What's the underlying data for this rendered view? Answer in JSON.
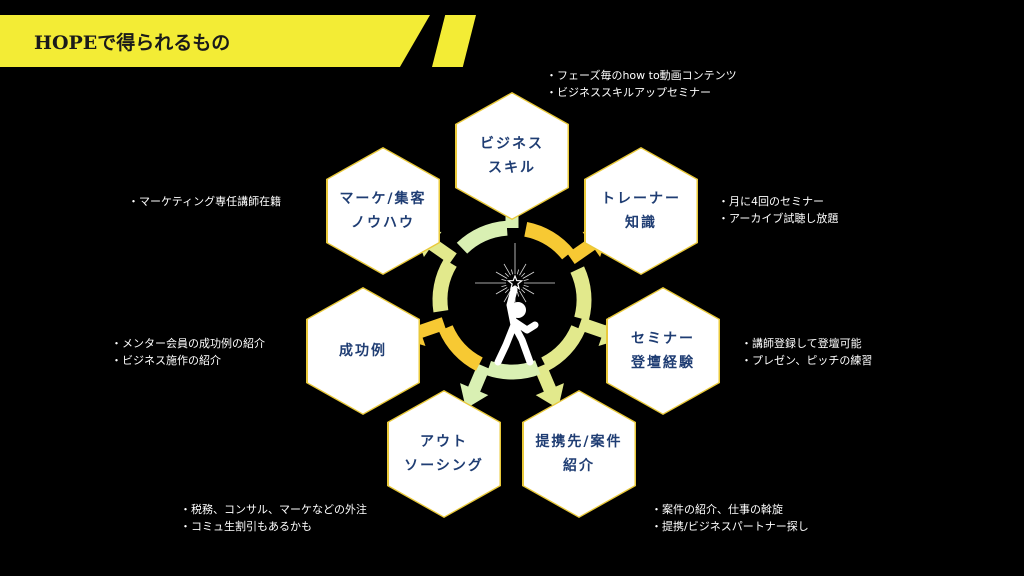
{
  "title": "HOPEで得られるもの",
  "center_icon": "person-reaching-star-icon",
  "colors": {
    "banner": "#f3ec35",
    "light_green": "#d9f0b3",
    "yellow_green": "#e2e98c",
    "gold": "#f7c933",
    "hex_text": "#1f3d73"
  },
  "hexes": [
    {
      "line1": "ビジネス",
      "line2": "スキル",
      "notes": [
        "・フェーズ毎のhow to動画コンテンツ",
        "・ビジネススキルアップセミナー"
      ]
    },
    {
      "line1": "トレーナー",
      "line2": "知識",
      "notes": [
        "・月に4回のセミナー",
        "・アーカイブ試聴し放題"
      ]
    },
    {
      "line1": "セミナー",
      "line2": "登壇経験",
      "notes": [
        "・講師登録して登壇可能",
        "・プレゼン、ピッチの練習"
      ]
    },
    {
      "line1": "提携先/案件",
      "line2": "紹介",
      "notes": [
        "・案件の紹介、仕事の斡旋",
        "・提携/ビジネスパートナー探し"
      ]
    },
    {
      "line1": "アウト",
      "line2": "ソーシング",
      "notes": [
        "・税務、コンサル、マーケなどの外注",
        "・コミュ生割引もあるかも"
      ]
    },
    {
      "line1": "成功例",
      "line2": "",
      "notes": [
        "・メンター会員の成功例の紹介",
        "・ビジネス施作の紹介"
      ]
    },
    {
      "line1": "マーケ/集客",
      "line2": "ノウハウ",
      "notes": [
        "・マーケティング専任講師在籍"
      ]
    }
  ]
}
